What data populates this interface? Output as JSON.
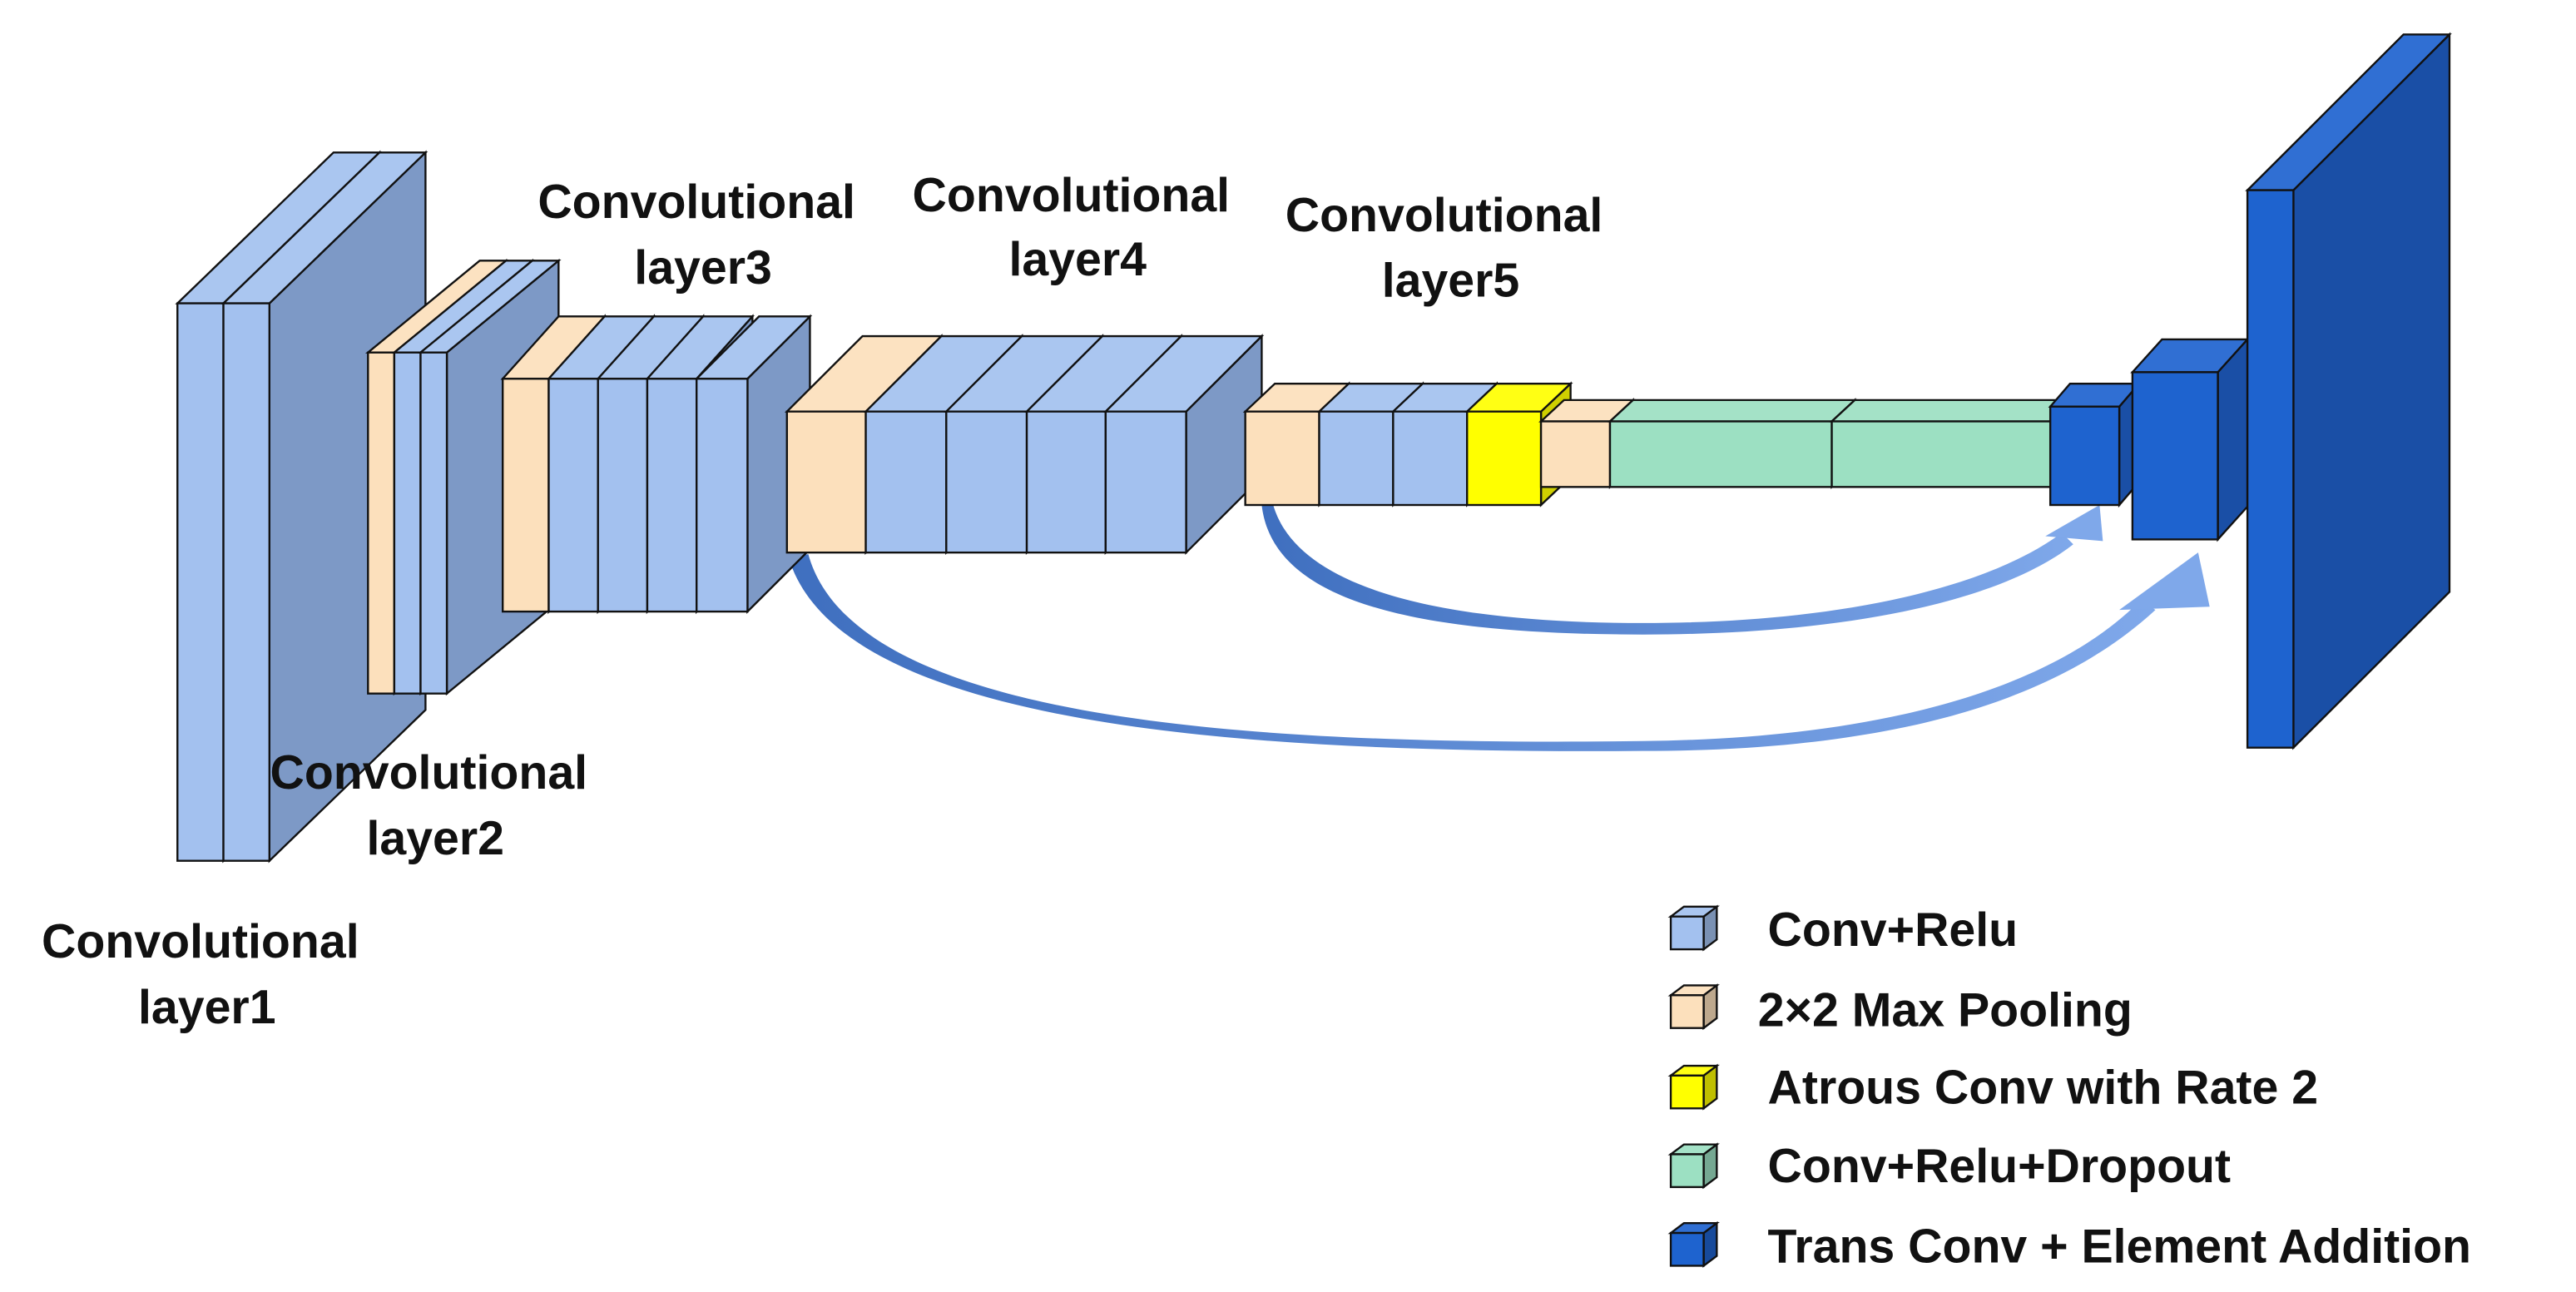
{
  "colors": {
    "conv_relu": "#A3C1EF",
    "max_pool": "#FCE0BC",
    "atrous": "#FFFF00",
    "dropout": "#9CE0C2",
    "trans_conv": "#1E63CF",
    "outline": "#111111",
    "arrow": "#4A7FD3"
  },
  "layer_labels": {
    "l1": [
      "Convolutional",
      "layer1"
    ],
    "l2": [
      "Convolutional",
      "layer2"
    ],
    "l3": [
      "Convolutional",
      "layer3"
    ],
    "l4": [
      "Convolutional",
      "layer4"
    ],
    "l5": [
      "Convolutional",
      "layer5"
    ]
  },
  "legend": [
    {
      "label": "Conv+Relu",
      "color_key": "conv_relu"
    },
    {
      "label": "2×2 Max Pooling",
      "color_key": "max_pool"
    },
    {
      "label": "Atrous Conv with Rate 2",
      "color_key": "atrous"
    },
    {
      "label": "Conv+Relu+Dropout",
      "color_key": "dropout"
    },
    {
      "label": "Trans Conv + Element Addition",
      "color_key": "trans_conv"
    }
  ]
}
